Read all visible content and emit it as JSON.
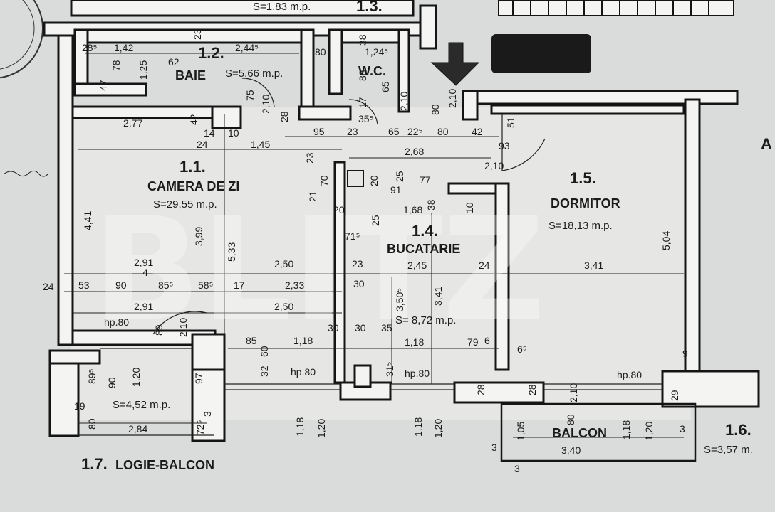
{
  "header": {
    "top_area": "S=1,83 m.p.",
    "top_room": "1.3.",
    "side_label": "A"
  },
  "rooms": {
    "baie": {
      "num": "1.2.",
      "name": "BAIE",
      "area": "S=5,66 m.p."
    },
    "wc": {
      "name": "W.C."
    },
    "camera": {
      "num": "1.1.",
      "name": "CAMERA DE ZI",
      "area": "S=29,55 m.p."
    },
    "bucatarie": {
      "num": "1.4.",
      "name": "BUCATARIE",
      "area": "S= 8,72 m.p."
    },
    "dormitor": {
      "num": "1.5.",
      "name": "DORMITOR",
      "area": "S=18,13 m.p."
    },
    "logie": {
      "num": "1.7.",
      "name": "LOGIE-BALCON",
      "area": "S=4,52 m.p."
    },
    "balcon": {
      "name": "BALCON"
    },
    "r16": {
      "num": "1.6.",
      "area": "S=3,57 m."
    }
  },
  "dims": {
    "d285": "28⁵",
    "d142": "1,42",
    "d23": "23",
    "d2445": "2,44⁵",
    "d80": "80",
    "d1245": "1,24⁵",
    "d62": "62",
    "d78": "78",
    "d125": "1,25",
    "d47": "47",
    "d38": "38",
    "d88": "88",
    "d75": "75",
    "d210a": "2,10",
    "d28": "28",
    "d65": "65",
    "d210b": "2,10",
    "d17": "17",
    "d355": "35⁵",
    "d42": "42",
    "d14": "14",
    "d10": "10",
    "d24": "24",
    "d277": "2,77",
    "d145": "1,45",
    "d95": "95",
    "d23b": "23",
    "d65b": "65",
    "d225": "22⁵",
    "d80b": "80",
    "d42b": "42",
    "d210c": "2,10",
    "d80c": "80",
    "d51": "51",
    "d268": "2,68",
    "d93": "93",
    "d210d": "2,10",
    "d23c": "23",
    "d70": "70",
    "d21": "21",
    "d20": "20",
    "d25": "25",
    "d77": "77",
    "d91": "91",
    "d38b": "38",
    "d10b": "10",
    "d20b": "20",
    "d25b": "25",
    "d168": "1,68",
    "d441": "4,41",
    "d399": "3,99",
    "d533": "5,33",
    "d715": "71⁵",
    "d504": "5,04",
    "d291": "2,91",
    "d4": "4",
    "d250": "2,50",
    "d245": "2,45",
    "d24b": "24",
    "d341": "3,41",
    "d24c": "24",
    "d53": "53",
    "d90": "90",
    "d855": "85⁵",
    "d585": "58⁵",
    "d17b": "17",
    "d233": "2,33",
    "d23d": "23",
    "d30": "30",
    "d3505": "3,50⁵",
    "d341v": "3,41",
    "d291b": "2,91",
    "d250b": "2,50",
    "hp80a": "hp.80",
    "d89": "89",
    "d210e": "2,10",
    "d30b": "30",
    "d30c": "30",
    "d35": "35",
    "d85": "85",
    "d118": "1,18",
    "d118b": "1,18",
    "d79": "79",
    "d6": "6",
    "d65c": "6⁵",
    "d60": "60",
    "d32": "32",
    "hp80b": "hp.80",
    "d315": "31⁵",
    "hp80c": "hp.80",
    "hp80d": "hp.80",
    "d9": "9",
    "d895": "89⁵",
    "d90b": "90",
    "d120": "1,20",
    "d97": "97",
    "d28b": "28",
    "d28c": "28",
    "d210f": "2,10",
    "d29": "29",
    "d19": "19",
    "d80d": "80",
    "d3": "3",
    "d725": "72⁵",
    "d284": "2,84",
    "d118c": "1,18",
    "d120b": "1,20",
    "d118d": "1,18",
    "d120c": "1,20",
    "d105": "1,05",
    "d80e": "80",
    "d118e": "1,18",
    "d120d": "1,20",
    "d3b": "3",
    "d340": "3,40",
    "d3c": "3",
    "d3d": "3"
  },
  "watermark": "BLITZ",
  "colors": {
    "paper": "#d9dcdb",
    "wall": "#f4f4f2",
    "ink": "#1b1b1b"
  },
  "icons": [
    "arrow-down-icon",
    "stamp-seal",
    "redacted-block"
  ]
}
